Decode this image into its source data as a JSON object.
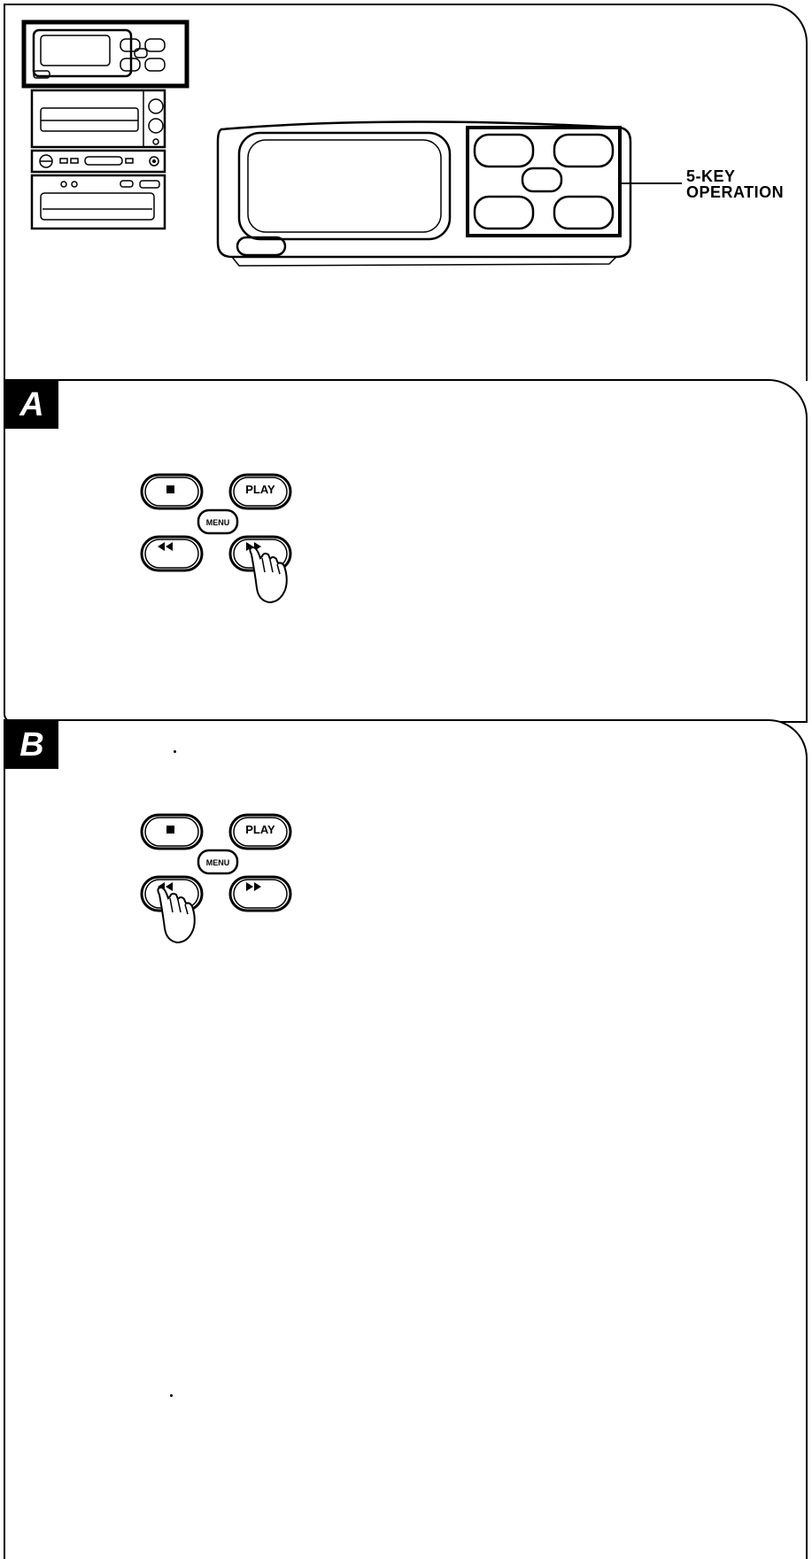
{
  "overview": {
    "callout_line1": "5-KEY",
    "callout_line2": "OPERATION"
  },
  "section_a": {
    "badge": "A",
    "keys": {
      "play": "PLAY",
      "menu": "MENU"
    },
    "pressed_key": "fast-forward"
  },
  "section_b": {
    "badge": "B",
    "keys": {
      "play": "PLAY",
      "menu": "MENU"
    },
    "pressed_key": "rewind"
  },
  "icons": [
    "stop-icon",
    "rewind-icon",
    "fast-forward-icon",
    "pointing-hand-icon"
  ]
}
